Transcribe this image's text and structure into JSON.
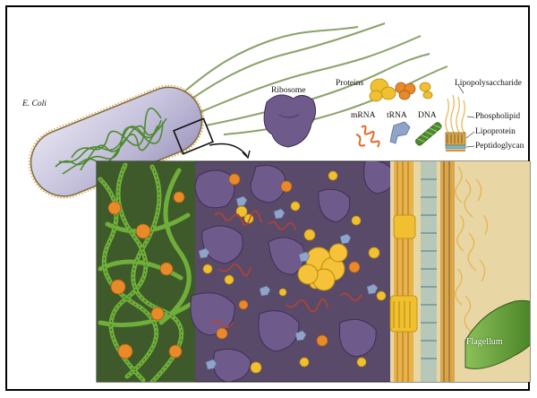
{
  "figure": {
    "organism_label": "E. Coli",
    "labels": {
      "ribosome": "Ribosome",
      "proteins": "Proteins",
      "mrna": "mRNA",
      "trna": "tRNA",
      "dna": "DNA",
      "lipopolysaccharide": "Lipopolysaccharide",
      "phospholipid": "Phospholipid",
      "lipoprotein": "Lipoprotein",
      "peptidoglycan": "Peptidoglycan",
      "flagellum": "Flagellum"
    }
  },
  "colors": {
    "ribosome": "#6f5a8c",
    "protein": "#f0c030",
    "protein_orange": "#e88a2a",
    "dna": "#4d8a2e",
    "mrna": "#c0402a",
    "trna": "#8fa4c8",
    "membrane": "#e9b24a",
    "flagellum": "#5a9a2e",
    "cell_body": "#c8c4dc"
  }
}
